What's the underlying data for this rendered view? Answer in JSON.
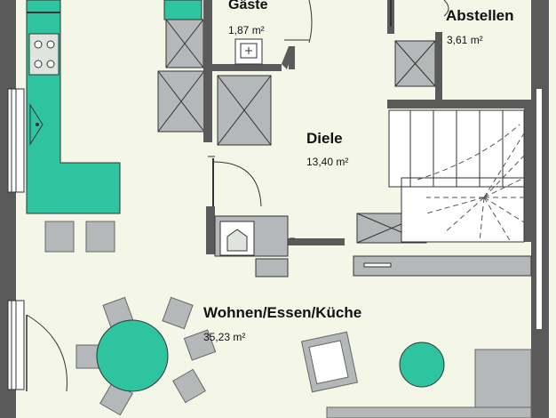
{
  "rooms": [
    {
      "name": "Gäste",
      "area": "1,87 m²"
    },
    {
      "name": "Abstellen",
      "area": "3,61 m²"
    },
    {
      "name": "Diele",
      "area": "13,40 m²"
    },
    {
      "name": "Wohnen/Essen/Küche",
      "area": "35,23 m²"
    }
  ],
  "colors": {
    "floor": "#f4f6e8",
    "wall": "#555555",
    "fixture": "#2ec4a0",
    "furniture": "#b5b8b8",
    "line": "#333333"
  }
}
